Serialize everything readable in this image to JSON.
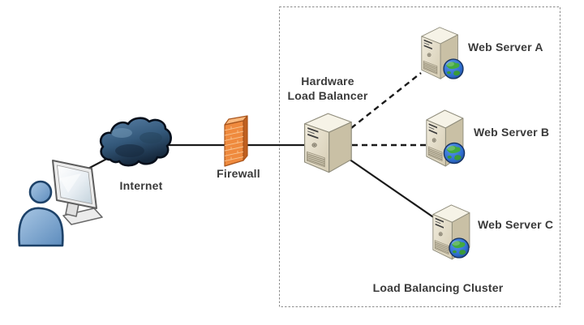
{
  "diagram": {
    "type": "network-architecture-diagram",
    "labels": {
      "internet": "Internet",
      "firewall": "Firewall",
      "load_balancer_line1": "Hardware",
      "load_balancer_line2": "Load Balancer",
      "web_server_a": "Web Server A",
      "web_server_b": "Web Server B",
      "web_server_c": "Web Server C",
      "cluster": "Load Balancing Cluster"
    },
    "nodes": [
      {
        "id": "user",
        "icon": "person-icon",
        "label": ""
      },
      {
        "id": "workstation",
        "icon": "monitor-icon",
        "label": ""
      },
      {
        "id": "internet",
        "icon": "cloud-icon",
        "label": "Internet"
      },
      {
        "id": "firewall",
        "icon": "firewall-brick-icon",
        "label": "Firewall"
      },
      {
        "id": "hardware-load-balancer",
        "icon": "server-tower-icon",
        "label": "Hardware Load Balancer"
      },
      {
        "id": "web-server-a",
        "icon": "server-tower-globe-icon",
        "label": "Web Server A"
      },
      {
        "id": "web-server-b",
        "icon": "server-tower-globe-icon",
        "label": "Web Server B"
      },
      {
        "id": "web-server-c",
        "icon": "server-tower-globe-icon",
        "label": "Web Server C"
      }
    ],
    "edges": [
      {
        "from": "workstation",
        "to": "internet",
        "style": "solid"
      },
      {
        "from": "internet",
        "to": "firewall",
        "style": "solid"
      },
      {
        "from": "firewall",
        "to": "hardware-load-balancer",
        "style": "solid"
      },
      {
        "from": "hardware-load-balancer",
        "to": "web-server-a",
        "style": "dashed"
      },
      {
        "from": "hardware-load-balancer",
        "to": "web-server-b",
        "style": "dashed"
      },
      {
        "from": "hardware-load-balancer",
        "to": "web-server-c",
        "style": "solid"
      }
    ],
    "cluster_box": {
      "label": "Load Balancing Cluster",
      "border_style": "dashed"
    },
    "colors": {
      "background": "#ffffff",
      "person_blue": "#6f9cc9",
      "cloud_navy": "#2e4d6b",
      "firewall_orange": "#ef8a3e",
      "server_beige": "#e9e3d1",
      "globe_blue": "#2f6fd0",
      "globe_green": "#3aae4a",
      "connector_black": "#1a1a1a",
      "cluster_border_gray": "#8c8c8c",
      "label_text": "#3a3a3a"
    }
  }
}
